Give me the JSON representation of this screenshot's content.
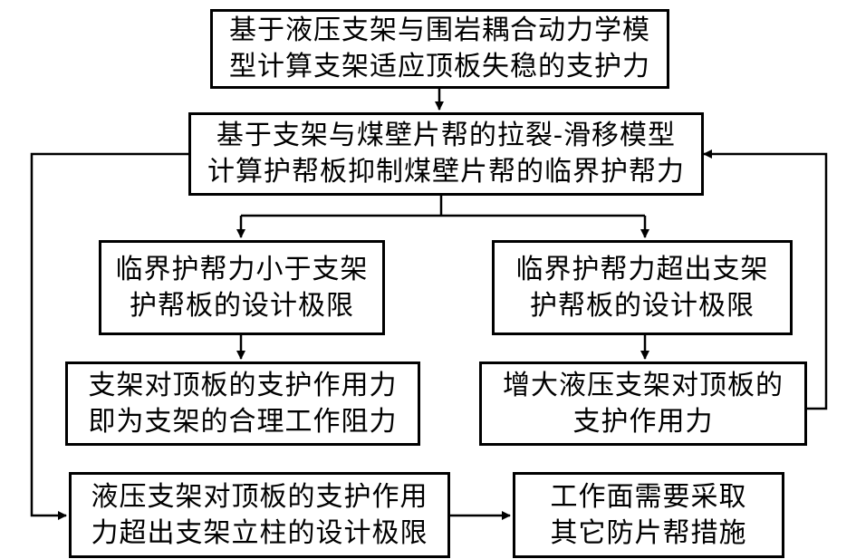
{
  "nodes": {
    "support_force": {
      "line1": "基于液压支架与围岩耦合动力学模",
      "line2": "型计算支架适应顶板失稳的支护力"
    },
    "critical_force": {
      "line1": "基于支架与煤壁片帮的拉裂-滑移模型",
      "line2": "计算护帮板抑制煤壁片帮的临界护帮力"
    },
    "below_limit": {
      "line1": "临界护帮力小于支架",
      "line2": "护帮板的设计极限"
    },
    "above_limit": {
      "line1": "临界护帮力超出支架",
      "line2": "护帮板的设计极限"
    },
    "reasonable_resistance": {
      "line1": "支架对顶板的支护作用力",
      "line2": "即为支架的合理工作阻力"
    },
    "increase_force": {
      "line1": "增大液压支架对顶板的",
      "line2": "支护作用力"
    },
    "exceeds_column": {
      "line1": "液压支架对顶板的支护作用",
      "line2": "力超出支架立柱的设计极限"
    },
    "other_measures": {
      "line1": "工作面需要采取",
      "line2": "其它防片帮措施"
    }
  }
}
